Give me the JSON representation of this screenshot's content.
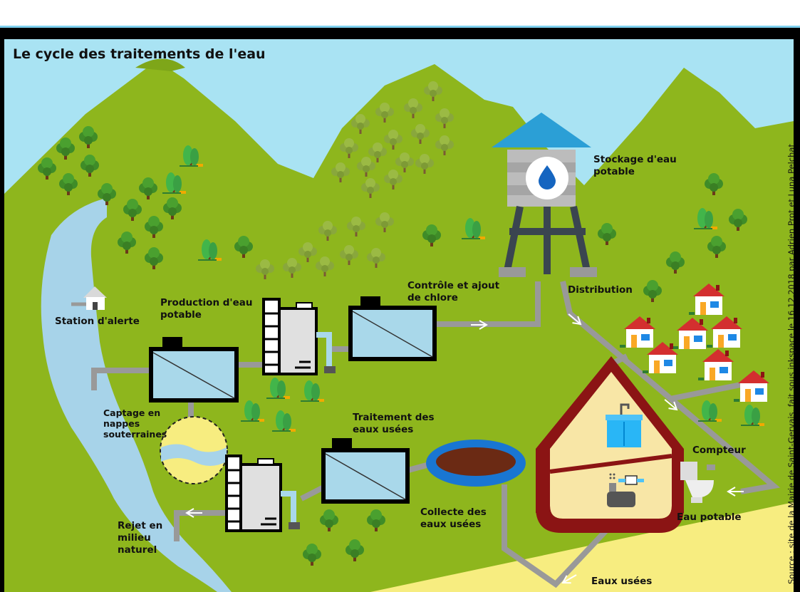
{
  "title": "Le cycle des traitements de l'eau",
  "source": "Source : site de la Mairie de Saint-Gervais, fait sous inkspace le 16.12.2018 par Adrien Prot et Luna Pelchat",
  "labels": {
    "stockage_1": "Stockage d'eau",
    "stockage_2": "potable",
    "controle_1": "Contrôle et ajout",
    "controle_2": "de chlore",
    "production_1": "Production d'eau",
    "production_2": "potable",
    "station": "Station d'alerte",
    "distribution": "Distribution",
    "captage_1": "Captage en",
    "captage_2": "nappes",
    "captage_3": "souterraines",
    "traitement_1": "Traitement des",
    "traitement_2": "eaux usées",
    "collecte_1": "Collecte des",
    "collecte_2": "eaux usées",
    "rejet_1": "Rejet en",
    "rejet_2": "milieu",
    "rejet_3": "naturel",
    "compteur": "Compteur",
    "eau_potable": "Eau potable",
    "eaux_usees": "Eaux usées"
  },
  "colors": {
    "sky": "#a9e3f3",
    "mountain": "#8eb61d",
    "river": "#a7d3e9",
    "ground_sand": "#f7ed80",
    "tank_fill": "#a9d8ea",
    "pipe": "#999999",
    "roof_water_tower": "#2b9fd6",
    "house_wall": "#8b1414",
    "house_interior": "#f8e6a6",
    "tree_dark": "#3f8c28",
    "tree_olive": "#87a53a",
    "sludge": "#6b2a14",
    "basin_blue": "#1976d2"
  },
  "icons": [
    "house-icon",
    "water-drop-icon",
    "water-tower-icon",
    "tank-icon",
    "factory-icon",
    "tree-icon",
    "bush-icon",
    "toilet-icon",
    "bathtub-icon",
    "sink-icon",
    "meter-icon",
    "arrow-icon"
  ]
}
